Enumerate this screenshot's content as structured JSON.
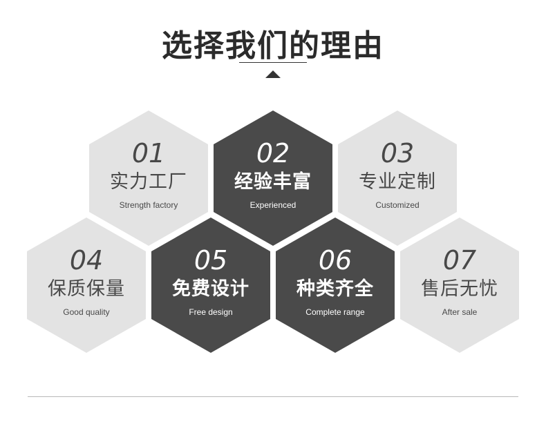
{
  "title": "选择我们的理由",
  "items": [
    {
      "num": "01",
      "cn": "实力工厂",
      "en": "Strength factory"
    },
    {
      "num": "02",
      "cn": "经验丰富",
      "en": "Experienced"
    },
    {
      "num": "03",
      "cn": "专业定制",
      "en": "Customized"
    },
    {
      "num": "04",
      "cn": "保质保量",
      "en": "Good quality"
    },
    {
      "num": "05",
      "cn": "免费设计",
      "en": "Free design"
    },
    {
      "num": "06",
      "cn": "种类齐全",
      "en": "Complete range"
    },
    {
      "num": "07",
      "cn": "售后无忧",
      "en": "After sale"
    }
  ],
  "colors": {
    "light": "#e3e3e3",
    "dark": "#4a4a4a"
  }
}
